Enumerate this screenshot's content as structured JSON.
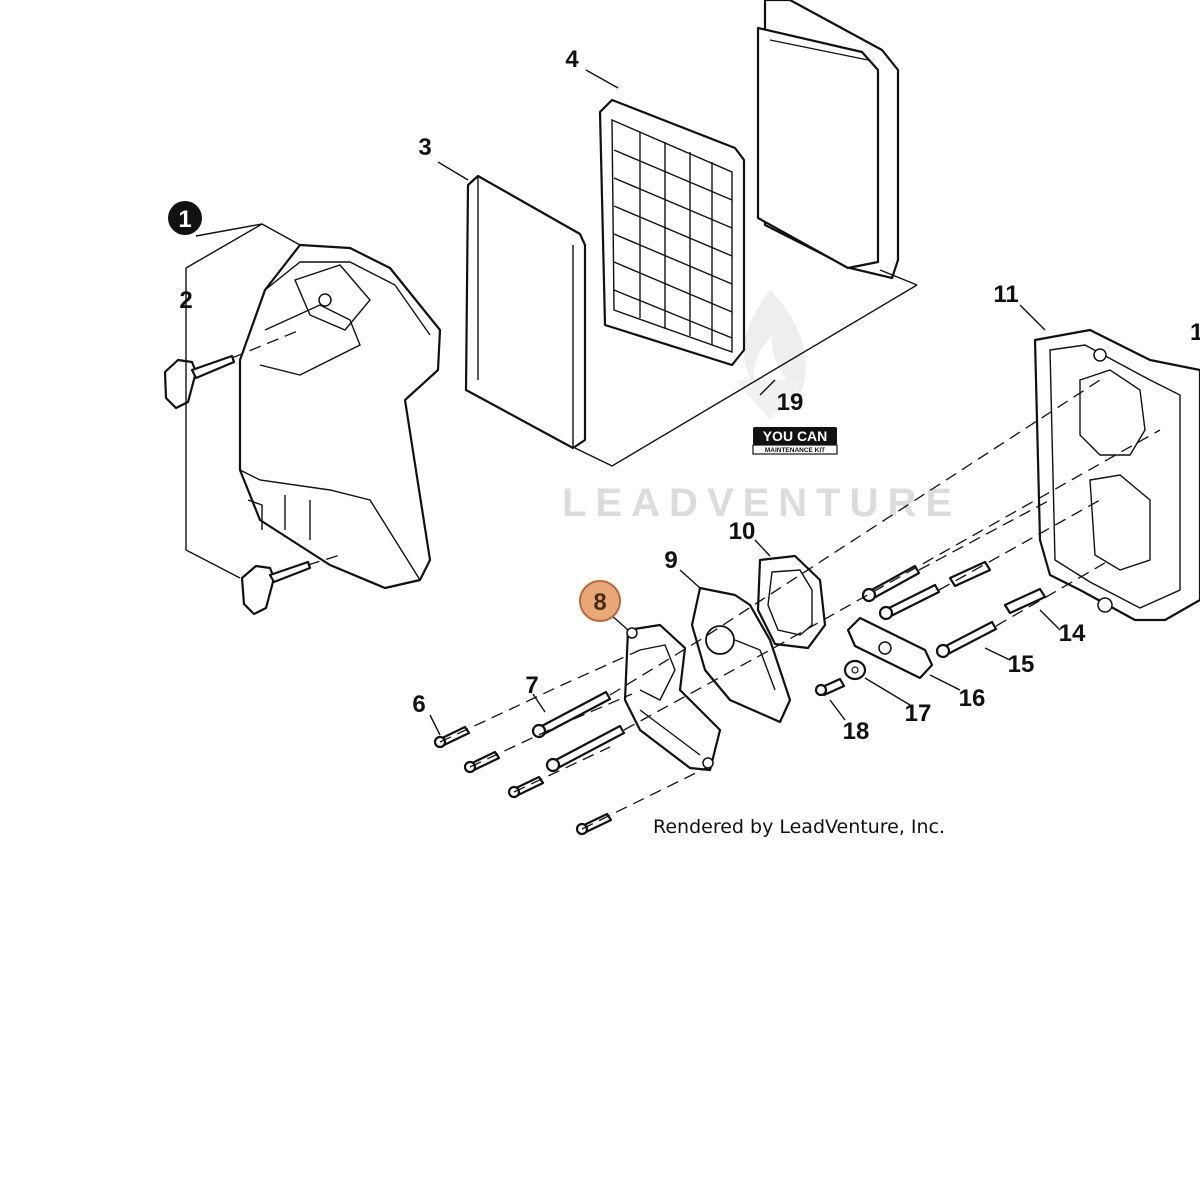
{
  "watermark": {
    "text": "LEADVENTURE"
  },
  "kit_badge": {
    "line1": "YOU CAN",
    "line2": "MAINTENANCE KIT"
  },
  "credit": "Rendered by LeadVenture, Inc.",
  "callouts": {
    "c1": "1",
    "c2": "2",
    "c3": "3",
    "c4": "4",
    "c6": "6",
    "c7": "7",
    "c8": "8",
    "c9": "9",
    "c10": "10",
    "c11": "11",
    "c12": "1",
    "c14": "14",
    "c15": "15",
    "c16": "16",
    "c17": "17",
    "c18": "18",
    "c19": "19"
  },
  "highlighted_callout": "8",
  "colors": {
    "highlight_fill": "#e8a878",
    "highlight_stroke": "#b86a3a",
    "line": "#111111",
    "watermark": "#dcdcdc"
  }
}
